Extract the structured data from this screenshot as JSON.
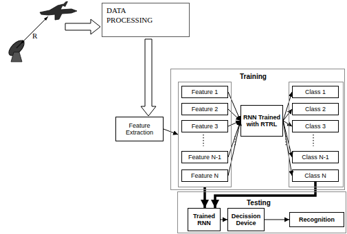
{
  "diagram": {
    "nodes": [
      {
        "text": [
          "DATA PROCESSING"
        ]
      },
      {
        "text": [
          "Feature Extraction"
        ]
      },
      {
        "text": [
          "Training"
        ]
      },
      {
        "text": [],
        "in": 2
      },
      {
        "text": [
          "Feature 1"
        ],
        "in": 3
      },
      {
        "text": [
          "Feature 2"
        ],
        "in": 3
      },
      {
        "text": [
          "Feature 3"
        ],
        "in": 3
      },
      {
        "text": [
          "Feature N-1"
        ],
        "in": 3
      },
      {
        "text": [
          "Feature N"
        ],
        "in": 3
      },
      {
        "text": [
          "RNN Trained with RTRL"
        ],
        "in": 2
      },
      {
        "text": [],
        "in": 2
      },
      {
        "text": [
          "Class 1"
        ],
        "in": 10
      },
      {
        "text": [
          "Class 2"
        ],
        "in": 10
      },
      {
        "text": [
          "Class 3"
        ],
        "in": 10
      },
      {
        "text": [
          "Class N-1"
        ],
        "in": 10
      },
      {
        "text": [
          "Class N"
        ],
        "in": 10
      },
      {
        "text": [
          "Testing"
        ]
      },
      {
        "text": [
          "Trained RNN"
        ],
        "in": 16
      },
      {
        "text": [
          "Decission Device"
        ],
        "in": 16
      },
      {
        "text": [
          "Recognition"
        ],
        "in": 16
      }
    ],
    "edges": [
      {
        "from": 0,
        "to": 1,
        "arrow": "to"
      },
      {
        "from": 1,
        "to": 3,
        "arrow": "to"
      },
      {
        "from": 4,
        "to": 9,
        "arrow": "to"
      },
      {
        "from": 5,
        "to": 9,
        "arrow": "to"
      },
      {
        "from": 6,
        "to": 9,
        "arrow": "to"
      },
      {
        "from": 7,
        "to": 9,
        "arrow": "to"
      },
      {
        "from": 8,
        "to": 9,
        "arrow": "to"
      },
      {
        "from": 9,
        "to": 11,
        "arrow": "to"
      },
      {
        "from": 9,
        "to": 12,
        "arrow": "to"
      },
      {
        "from": 9,
        "to": 13,
        "arrow": "to"
      },
      {
        "from": 9,
        "to": 14,
        "arrow": "to"
      },
      {
        "from": 9,
        "to": 15,
        "arrow": "to"
      },
      {
        "from": 3,
        "to": 17,
        "arrow": "to"
      },
      {
        "from": 15,
        "to": 17,
        "arrow": "to"
      },
      {
        "from": 17,
        "to": 18,
        "arrow": "to"
      },
      {
        "from": 18,
        "to": 19,
        "arrow": "to"
      }
    ],
    "labels": [
      "R"
    ]
  }
}
